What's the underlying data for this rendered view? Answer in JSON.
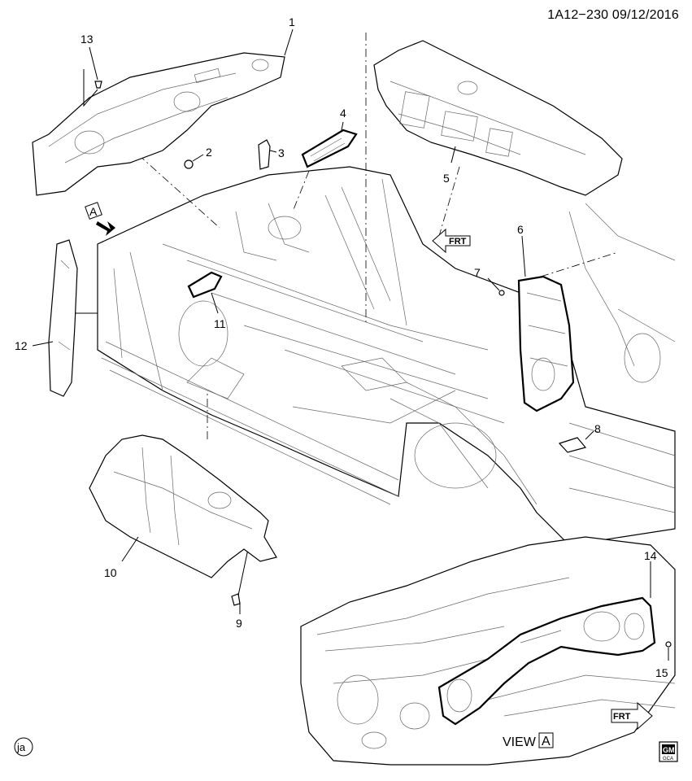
{
  "header": {
    "drawing_id": "1A12−230 09/12/2016"
  },
  "callouts": {
    "c1": "1",
    "c2": "2",
    "c3": "3",
    "c4": "4",
    "c5": "5",
    "c6": "6",
    "c7": "7",
    "c8": "8",
    "c9": "9",
    "c10": "10",
    "c11": "11",
    "c12": "12",
    "c13": "13",
    "c14": "14",
    "c15": "15"
  },
  "view_marker": {
    "letter": "A"
  },
  "front_arrows": {
    "upper": "FRT",
    "lower": "FRT"
  },
  "view_label": {
    "text": "VIEW",
    "letter": "A"
  },
  "footer": {
    "author_initials": "ja",
    "brand": "GM",
    "brand_sub": "GCA"
  }
}
